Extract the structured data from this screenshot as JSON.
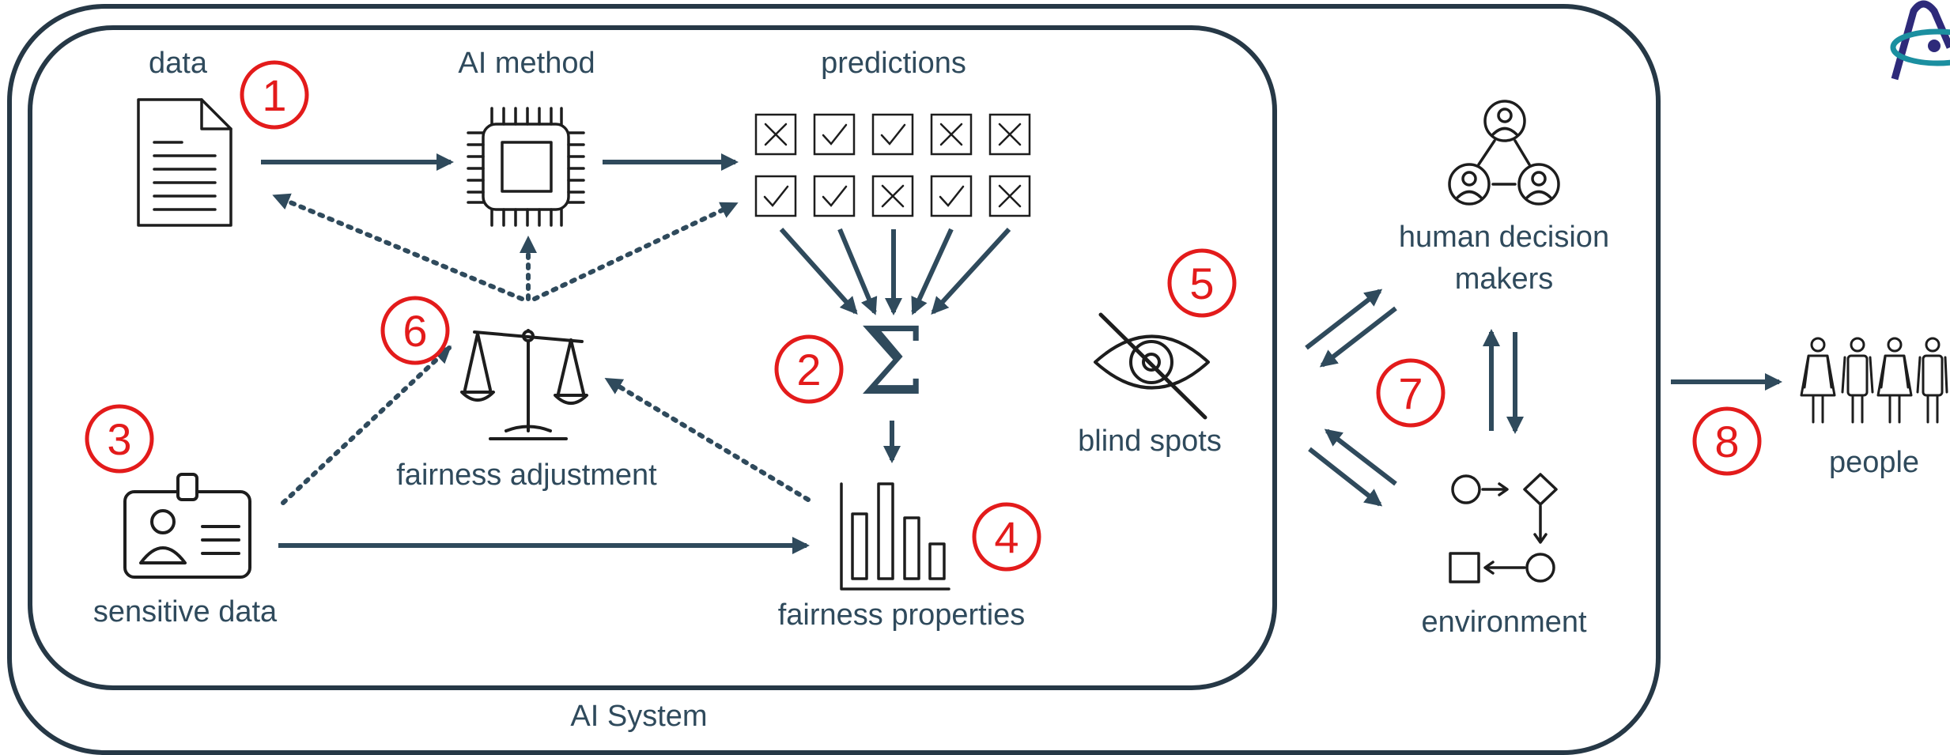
{
  "labels": {
    "data": "data",
    "ai_method": "AI method",
    "predictions": "predictions",
    "human_decision_makers_line1": "human decision",
    "human_decision_makers_line2": "makers",
    "fairness_adjustment": "fairness adjustment",
    "blind_spots": "blind spots",
    "sensitive_data": "sensitive data",
    "fairness_properties": "fairness properties",
    "environment": "environment",
    "people": "people",
    "ai_system": "AI System",
    "sum_symbol": "Σ"
  },
  "numbers": [
    "1",
    "2",
    "3",
    "4",
    "5",
    "6",
    "7",
    "8"
  ],
  "predictions_grid": [
    [
      "x",
      "check",
      "check",
      "x",
      "x"
    ],
    [
      "check",
      "check",
      "x",
      "check",
      "x"
    ]
  ],
  "icons": {
    "data": "document-icon",
    "ai_method": "cpu-chip-icon",
    "fairness_adjustment": "balance-scale-icon",
    "sensitive_data": "id-badge-icon",
    "fairness_properties": "bar-chart-icon",
    "blind_spots": "eye-slash-icon",
    "human_decision_makers": "user-network-icon",
    "environment": "flow-shapes-icon",
    "people": "people-group-icon",
    "logo": "logo-icon"
  },
  "colors": {
    "text": "#2f4a5c",
    "number_circles": "#e31b1b",
    "box_border": "#263846"
  }
}
